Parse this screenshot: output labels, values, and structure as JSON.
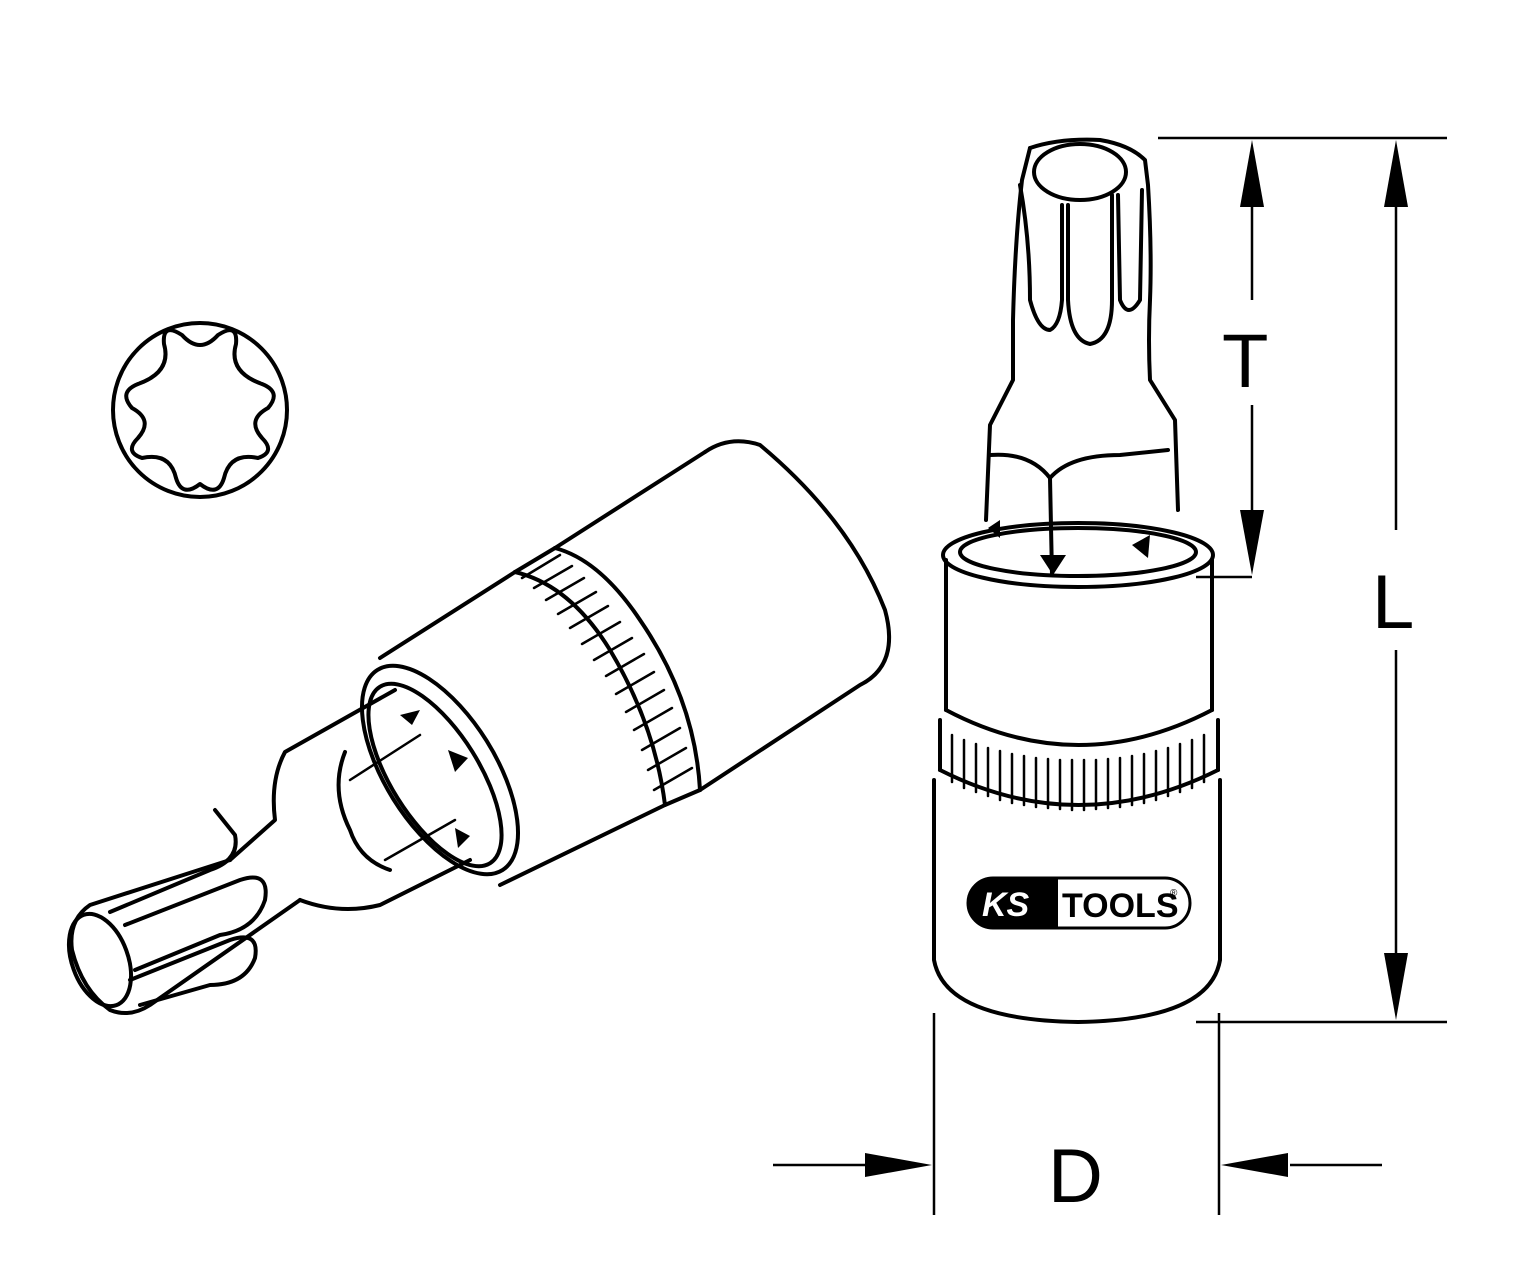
{
  "drawing": {
    "subject": "Torx bit socket technical drawing",
    "stroke_color": "#000000",
    "background": "#ffffff"
  },
  "brand": {
    "logo_left": "KS",
    "logo_right": "TOOLS",
    "registered_mark": "®"
  },
  "dimensions": {
    "tip_length_label": "T",
    "overall_length_label": "L",
    "diameter_label": "D"
  },
  "views": [
    {
      "name": "torx-profile-end-view",
      "shape": "six-lobe star in circle"
    },
    {
      "name": "isometric-view",
      "orientation": "diagonal lying"
    },
    {
      "name": "front-elevation-view",
      "orientation": "upright"
    }
  ]
}
